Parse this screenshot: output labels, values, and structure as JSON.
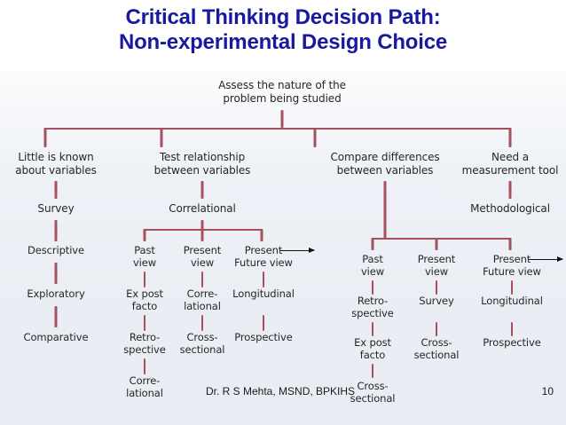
{
  "slide": {
    "title_line1": "Critical Thinking Decision Path:",
    "title_line2": "Non-experimental Design Choice",
    "title_color": "#1818a0",
    "connector_color": "#a5515f",
    "background_color": "#eef1f6"
  },
  "footer": {
    "author": "Dr. R S Mehta, MSND, BPKIHS",
    "page_number": "10"
  },
  "diagram": {
    "root": "Assess the nature of the\nproblem being studied",
    "branches": [
      {
        "heading": "Little is known\nabout variables",
        "method": "Survey",
        "columns": [
          {
            "view": "",
            "steps": [
              "Descriptive",
              "Exploratory",
              "Comparative"
            ]
          }
        ]
      },
      {
        "heading": "Test relationship\nbetween variables",
        "method": "Correlational",
        "columns": [
          {
            "view": "Past\nview",
            "arrow": false,
            "steps": [
              "Ex post\nfacto",
              "Retro-\nspective",
              "Corre-\nlational"
            ]
          },
          {
            "view": "Present\nview",
            "arrow": false,
            "steps": [
              "Corre-\nlational",
              "Cross-\nsectional"
            ]
          },
          {
            "view": "Present\nFuture view",
            "arrow": true,
            "steps": [
              "Longitudinal",
              "Prospective"
            ]
          }
        ]
      },
      {
        "heading": "Compare differences\nbetween variables",
        "method": "",
        "columns": [
          {
            "view": "Past\nview",
            "arrow": false,
            "steps": [
              "Retro-\nspective",
              "Ex post\nfacto",
              "Cross-\nsectional"
            ]
          },
          {
            "view": "Present\nview",
            "arrow": false,
            "steps": [
              "Survey",
              "Cross-\nsectional"
            ]
          },
          {
            "view": "Present\nFuture view",
            "arrow": true,
            "steps": [
              "Longitudinal",
              "Prospective"
            ]
          }
        ]
      },
      {
        "heading": "Need a\nmeasurement tool",
        "method": "Methodological",
        "columns": []
      }
    ]
  }
}
